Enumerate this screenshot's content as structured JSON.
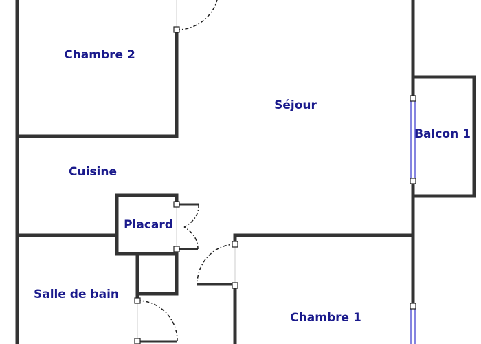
{
  "rooms": {
    "chambre2": "Chambre 2",
    "sejour": "Séjour",
    "balcon1": "Balcon 1",
    "cuisine": "Cuisine",
    "placard": "Placard",
    "salle_de_bain": "Salle de bain",
    "chambre1": "Chambre 1"
  },
  "colors": {
    "walls": "#333333",
    "labels": "#1a1a8c",
    "windows": "#3333cc"
  }
}
